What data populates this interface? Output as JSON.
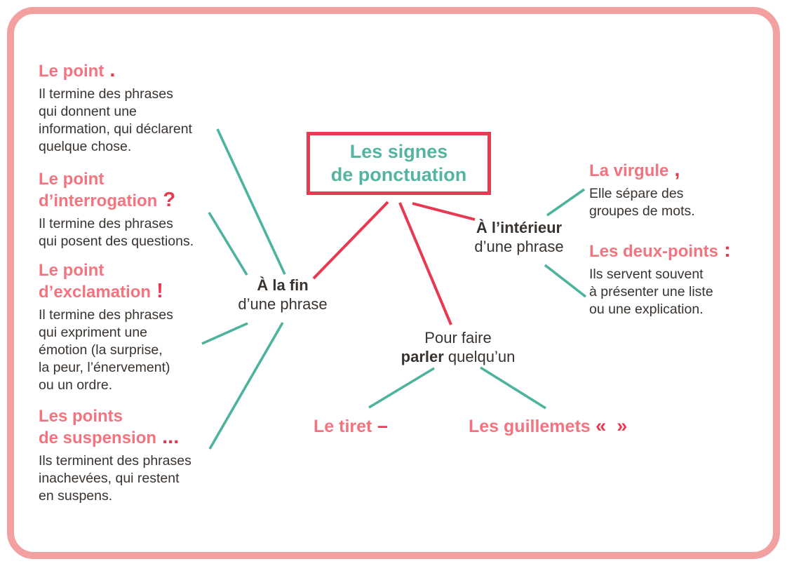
{
  "colors": {
    "frame_border": "#F2A0A0",
    "accent_red": "#E73950",
    "heading_salmon": "#F3747F",
    "line_teal": "#4DB39C",
    "title_teal": "#55B4A1",
    "body_text": "#39332F"
  },
  "title": {
    "text": "Les signes\nde ponctuation"
  },
  "nodes": {
    "fin": {
      "bold": "À la fin",
      "rest": "d’une phrase"
    },
    "interieur": {
      "bold": "À l’intérieur",
      "rest": "d’une phrase"
    },
    "parler": {
      "pre": "Pour faire",
      "bold": "parler",
      "post": " quelqu’un"
    }
  },
  "left_items": [
    {
      "heading": "Le point",
      "mark": " .",
      "body": "Il termine des phrases\nqui donnent une\ninformation, qui déclarent\nquelque chose."
    },
    {
      "heading": "Le point\nd’interrogation",
      "mark": " ?",
      "body": "Il termine des phrases\nqui posent des questions."
    },
    {
      "heading": "Le point\nd’exclamation",
      "mark": " !",
      "body": "Il termine des phrases\nqui expriment une\némotion (la surprise,\nla peur, l’énervement)\nou un ordre."
    },
    {
      "heading": "Les points\nde suspension",
      "mark": " ...",
      "body": "Ils terminent des phrases\ninachevées, qui restent\nen suspens."
    }
  ],
  "right_items": [
    {
      "heading": "La virgule",
      "mark": " ,",
      "body": "Elle sépare des\ngroupes de mots."
    },
    {
      "heading": "Les deux-points",
      "mark": " :",
      "body": "Ils servent souvent\nà présenter une liste\nou une explication."
    }
  ],
  "bottom_items": [
    {
      "heading": "Le tiret",
      "mark": " –"
    },
    {
      "heading": "Les guillemets",
      "mark": " «  »"
    }
  ]
}
